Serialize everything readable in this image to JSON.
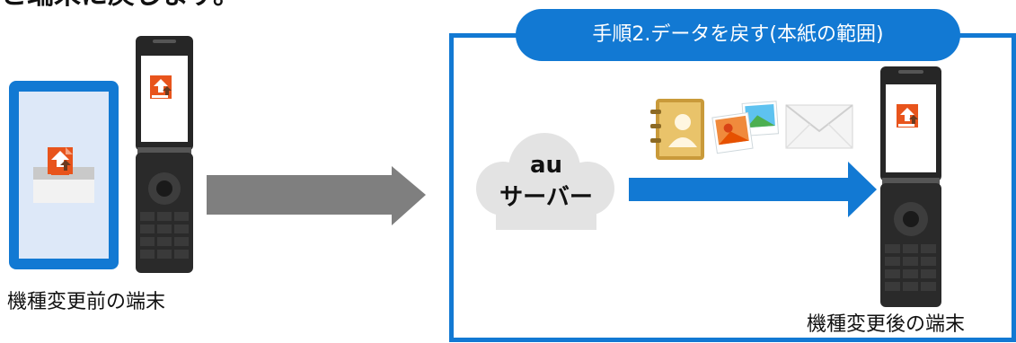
{
  "heading": "と端末に戻します。",
  "panel": {
    "title": "手順2.データを戻す(本紙の範囲)"
  },
  "server": {
    "line1": "au",
    "line2": "サーバー"
  },
  "captions": {
    "old_device": "機種変更前の端末",
    "new_device": "機種変更後の端末"
  },
  "icons": [
    "backup-app-icon",
    "address-book-icon",
    "photo-icon",
    "mail-icon",
    "cloud-icon",
    "flip-phone-icon"
  ],
  "colors": {
    "accent": "#1279d3",
    "app_orange": "#e8541c",
    "arrow_gray": "#7f7f7f"
  }
}
